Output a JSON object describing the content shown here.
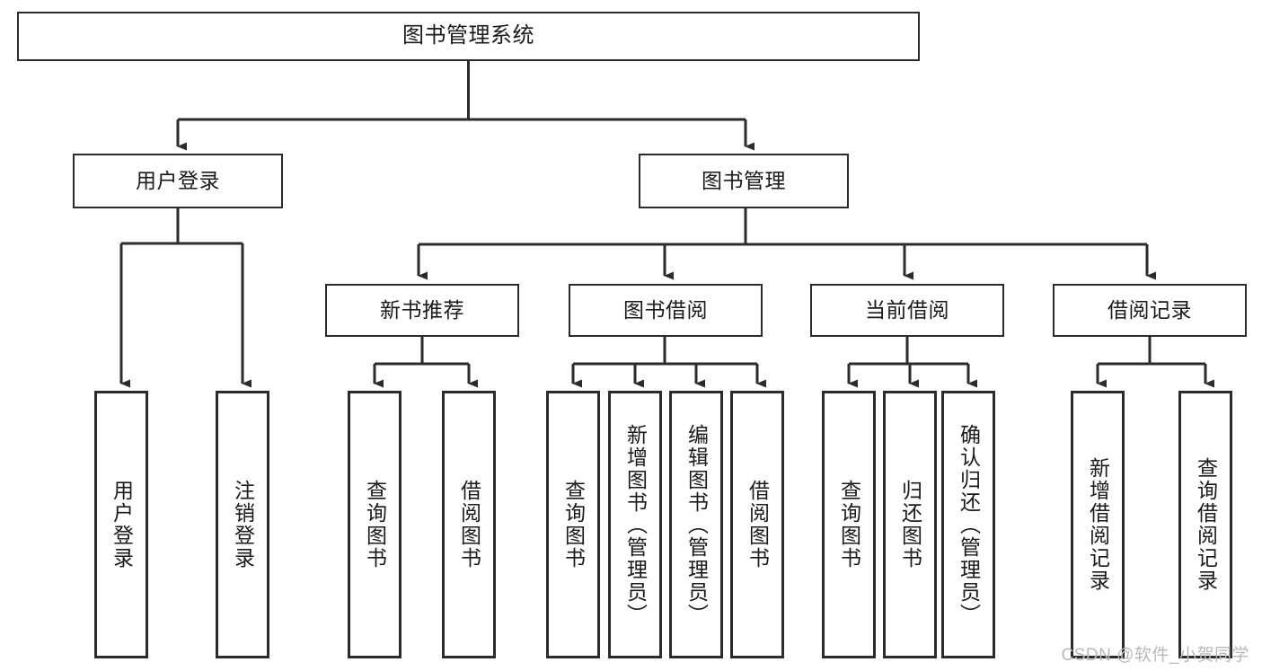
{
  "diagram": {
    "title": "图书管理系统",
    "watermark": "CSDN @软件_小贺同学",
    "colors": {
      "box_border": "#2b2b2b",
      "connector": "#2b2b2b",
      "background": "#ffffff",
      "text": "#1a1a1a",
      "watermark": "#b9b9b9"
    },
    "levels": {
      "root": "图书管理系统",
      "level2": [
        "用户登录",
        "图书管理"
      ],
      "level3": [
        "新书推荐",
        "图书借阅",
        "当前借阅",
        "借阅记录"
      ]
    },
    "nodes": {
      "root": {
        "label": "图书管理系统"
      },
      "user_login": {
        "label": "用户登录"
      },
      "book_manage": {
        "label": "图书管理"
      },
      "new_book_rec": {
        "label": "新书推荐"
      },
      "book_borrow": {
        "label": "图书借阅"
      },
      "current_borrow": {
        "label": "当前借阅"
      },
      "borrow_record": {
        "label": "借阅记录"
      },
      "leaf_user_login": {
        "label": "用户登录"
      },
      "leaf_logout": {
        "label": "注销登录"
      },
      "leaf_query_book_1": {
        "label": "查询图书"
      },
      "leaf_borrow_book_1": {
        "label": "借阅图书"
      },
      "leaf_query_book_2": {
        "label": "查询图书"
      },
      "leaf_add_book_admin": {
        "label": "新增图书（管理员）"
      },
      "leaf_edit_book_admin": {
        "label": "编辑图书（管理员）"
      },
      "leaf_borrow_book_2": {
        "label": "借阅图书"
      },
      "leaf_query_book_3": {
        "label": "查询图书"
      },
      "leaf_return_book": {
        "label": "归还图书"
      },
      "leaf_confirm_return_admin": {
        "label": "确认归还（管理员）"
      },
      "leaf_add_record": {
        "label": "新增借阅记录"
      },
      "leaf_query_record": {
        "label": "查询借阅记录"
      }
    },
    "edges": [
      {
        "from": "root",
        "to": "user_login"
      },
      {
        "from": "root",
        "to": "book_manage"
      },
      {
        "from": "user_login",
        "to": "leaf_user_login"
      },
      {
        "from": "user_login",
        "to": "leaf_logout"
      },
      {
        "from": "book_manage",
        "to": "new_book_rec"
      },
      {
        "from": "book_manage",
        "to": "book_borrow"
      },
      {
        "from": "book_manage",
        "to": "current_borrow"
      },
      {
        "from": "book_manage",
        "to": "borrow_record"
      },
      {
        "from": "new_book_rec",
        "to": "leaf_query_book_1"
      },
      {
        "from": "new_book_rec",
        "to": "leaf_borrow_book_1"
      },
      {
        "from": "book_borrow",
        "to": "leaf_query_book_2"
      },
      {
        "from": "book_borrow",
        "to": "leaf_add_book_admin"
      },
      {
        "from": "book_borrow",
        "to": "leaf_edit_book_admin"
      },
      {
        "from": "book_borrow",
        "to": "leaf_borrow_book_2"
      },
      {
        "from": "current_borrow",
        "to": "leaf_query_book_3"
      },
      {
        "from": "current_borrow",
        "to": "leaf_return_book"
      },
      {
        "from": "current_borrow",
        "to": "leaf_confirm_return_admin"
      },
      {
        "from": "borrow_record",
        "to": "leaf_add_record"
      },
      {
        "from": "borrow_record",
        "to": "leaf_query_record"
      }
    ]
  }
}
